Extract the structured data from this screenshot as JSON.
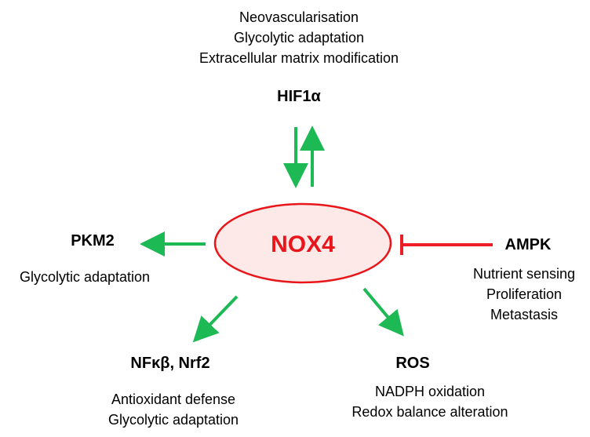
{
  "center": {
    "label": "NOX4"
  },
  "colors": {
    "activation": "#1db954",
    "inhibition": "#ee1c25",
    "center_fill": "#fde9e7",
    "center_text": "#e8161b"
  },
  "nodes": {
    "hif1a": {
      "label": "HIF1α",
      "effects": [
        "Neovascularisation",
        "Glycolytic adaptation",
        "Extracellular matrix modification"
      ],
      "relation": "bidirectional activation"
    },
    "pkm2": {
      "label": "PKM2",
      "effects": [
        "Glycolytic adaptation"
      ],
      "relation": "activation"
    },
    "ampk": {
      "label": "AMPK",
      "effects": [
        "Nutrient sensing",
        "Proliferation",
        "Metastasis"
      ],
      "relation": "inhibition"
    },
    "nfkb_nrf2": {
      "label": "NFκβ, Nrf2",
      "effects": [
        "Antioxidant defense",
        "Glycolytic adaptation"
      ],
      "relation": "activation"
    },
    "ros": {
      "label": "ROS",
      "effects": [
        "NADPH oxidation",
        "Redox balance alteration"
      ],
      "relation": "activation"
    }
  }
}
